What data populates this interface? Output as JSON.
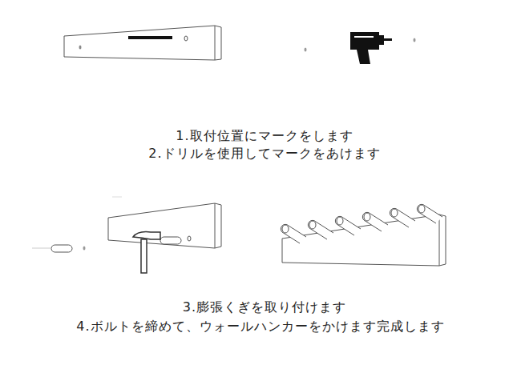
{
  "diagram": {
    "labels": [
      "1.取付位置にマークをします",
      "2.ドリルを使用してマークをあけます",
      "3.膨張くぎを取り付けます",
      "4.ボルトを締めて、ウォールハンカーをかけます完成します"
    ]
  }
}
